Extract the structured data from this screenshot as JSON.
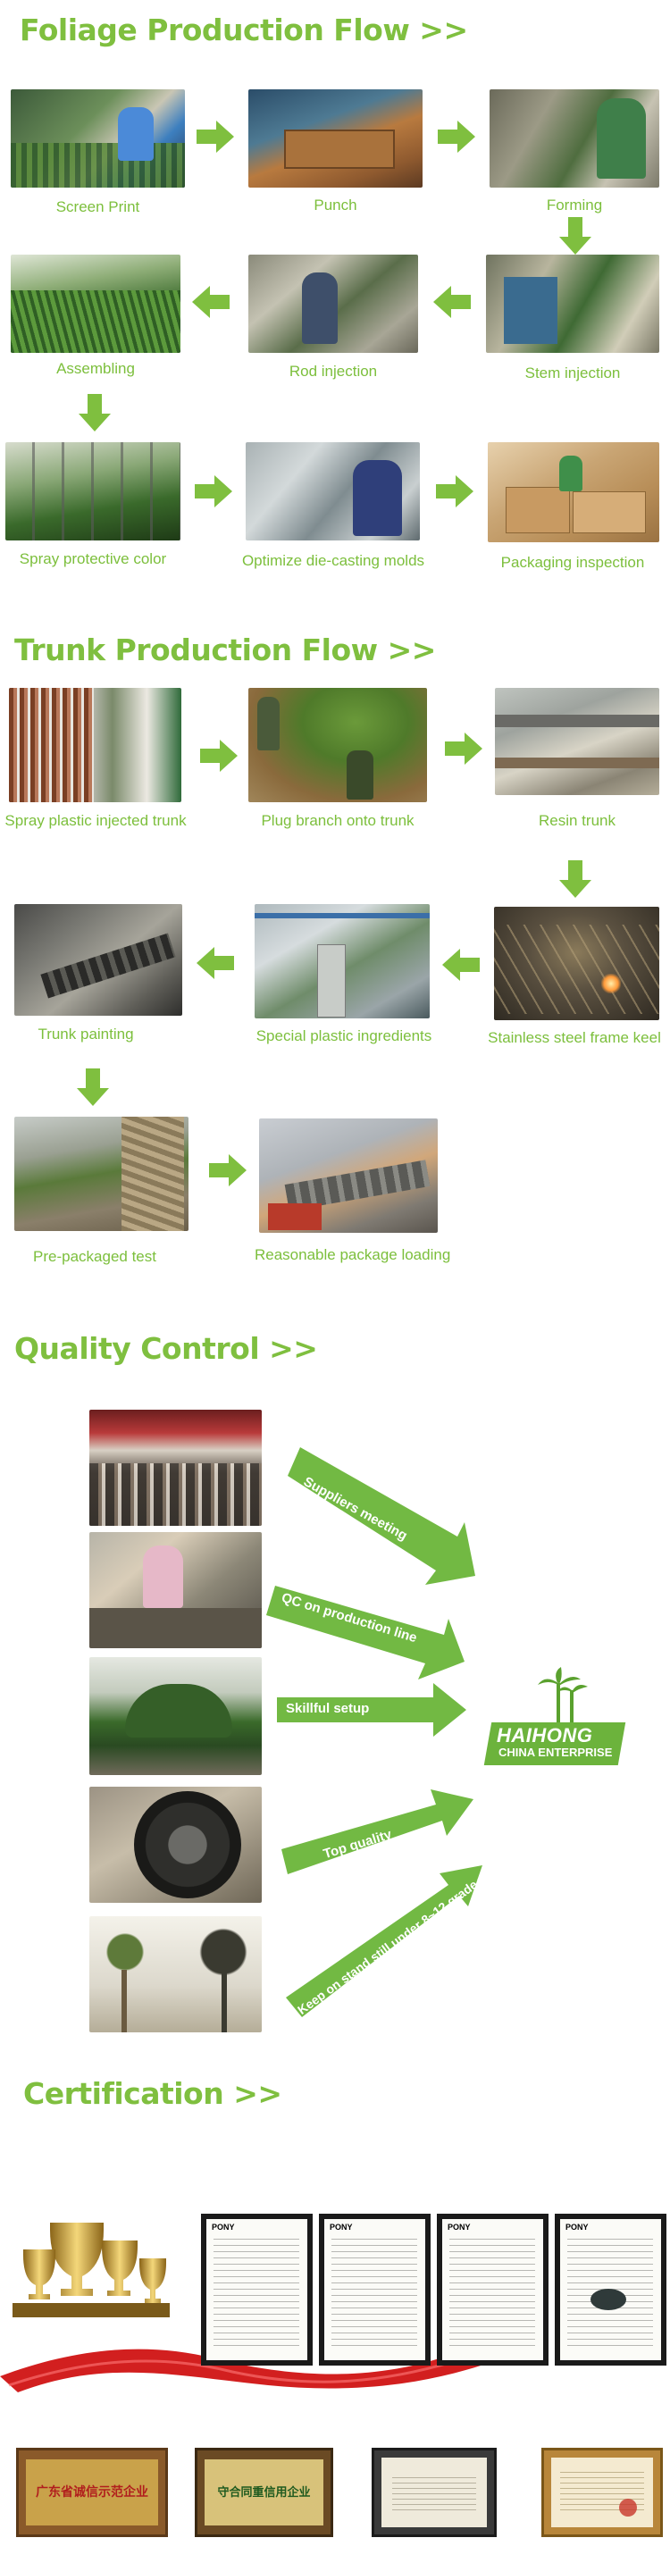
{
  "foliage": {
    "title": "Foliage Production Flow >>",
    "steps": [
      {
        "label": "Screen Print"
      },
      {
        "label": "Punch"
      },
      {
        "label": "Forming"
      },
      {
        "label": "Stem injection"
      },
      {
        "label": "Rod injection"
      },
      {
        "label": "Assembling"
      },
      {
        "label": "Spray protective color"
      },
      {
        "label": "Optimize die-casting molds"
      },
      {
        "label": "Packaging inspection"
      }
    ]
  },
  "trunk": {
    "title": "Trunk Production Flow >>",
    "steps": [
      {
        "label": "Spray plastic injected trunk"
      },
      {
        "label": "Plug branch onto trunk"
      },
      {
        "label": "Resin trunk"
      },
      {
        "label": "Stainless steel frame keel"
      },
      {
        "label": "Special plastic ingredients"
      },
      {
        "label": "Trunk painting"
      },
      {
        "label": "Pre-packaged test"
      },
      {
        "label": "Reasonable package loading"
      }
    ]
  },
  "quality": {
    "title": "Quality Control >>",
    "arrows": [
      {
        "label": "Suppliers meeting"
      },
      {
        "label": "QC on production line"
      },
      {
        "label": "Skillful setup"
      },
      {
        "label": "Top quality"
      },
      {
        "label": "Keep on stand still under 8~12 grade wind"
      }
    ],
    "logo": {
      "brand": "HAIHONG",
      "subtitle": "CHINA ENTERPRISE"
    }
  },
  "certification": {
    "title": "Certification >>",
    "reports": [
      {
        "brand": "PONY"
      },
      {
        "brand": "PONY"
      },
      {
        "brand": "PONY"
      },
      {
        "brand": "PONY"
      }
    ],
    "plaques": [
      {
        "text": "广东省诚信示范企业"
      },
      {
        "text": "守合同重信用企业"
      },
      {
        "text": ""
      },
      {
        "text": ""
      }
    ]
  },
  "colors": {
    "accent": "#7fbf3f",
    "caption": "#7cbf3c",
    "ribbon": "#d21f1f",
    "gold": "#d7a835"
  }
}
